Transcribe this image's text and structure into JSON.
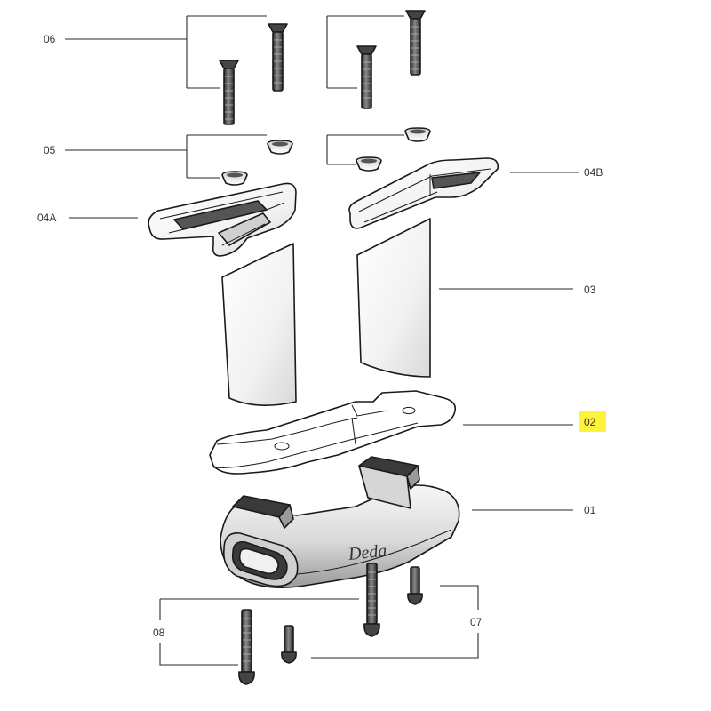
{
  "callouts": {
    "l06": "06",
    "l05": "05",
    "l04b": "04B",
    "l04a": "04A",
    "l03": "03",
    "l02": "02",
    "l01": "01",
    "l08": "08",
    "l07": "07"
  },
  "logo": {
    "text": "Deda"
  },
  "highlight": {
    "part": "02",
    "color": "#fff23a"
  }
}
